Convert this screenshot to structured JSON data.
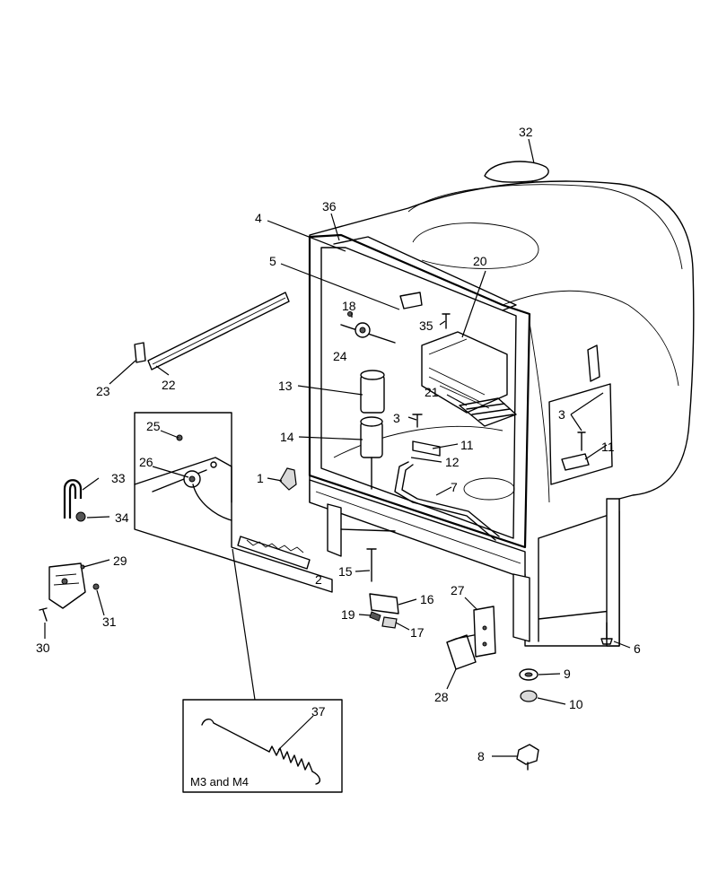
{
  "callouts": [
    {
      "id": "1",
      "text": "1"
    },
    {
      "id": "2",
      "text": "2"
    },
    {
      "id": "3a",
      "text": "3"
    },
    {
      "id": "3b",
      "text": "3"
    },
    {
      "id": "4",
      "text": "4"
    },
    {
      "id": "5",
      "text": "5"
    },
    {
      "id": "6",
      "text": "6"
    },
    {
      "id": "7",
      "text": "7"
    },
    {
      "id": "8",
      "text": "8"
    },
    {
      "id": "9",
      "text": "9"
    },
    {
      "id": "10",
      "text": "10"
    },
    {
      "id": "11a",
      "text": "11"
    },
    {
      "id": "11b",
      "text": "11"
    },
    {
      "id": "12",
      "text": "12"
    },
    {
      "id": "13",
      "text": "13"
    },
    {
      "id": "14",
      "text": "14"
    },
    {
      "id": "15",
      "text": "15"
    },
    {
      "id": "16",
      "text": "16"
    },
    {
      "id": "17",
      "text": "17"
    },
    {
      "id": "18",
      "text": "18"
    },
    {
      "id": "19",
      "text": "19"
    },
    {
      "id": "20",
      "text": "20"
    },
    {
      "id": "21",
      "text": "21"
    },
    {
      "id": "22",
      "text": "22"
    },
    {
      "id": "23",
      "text": "23"
    },
    {
      "id": "24",
      "text": "24"
    },
    {
      "id": "25",
      "text": "25"
    },
    {
      "id": "26",
      "text": "26"
    },
    {
      "id": "27",
      "text": "27"
    },
    {
      "id": "28",
      "text": "28"
    },
    {
      "id": "29",
      "text": "29"
    },
    {
      "id": "30",
      "text": "30"
    },
    {
      "id": "31",
      "text": "31"
    },
    {
      "id": "32",
      "text": "32"
    },
    {
      "id": "33",
      "text": "33"
    },
    {
      "id": "34",
      "text": "34"
    },
    {
      "id": "35",
      "text": "35"
    },
    {
      "id": "36",
      "text": "36"
    },
    {
      "id": "37",
      "text": "37"
    }
  ],
  "inset": {
    "caption": "M3 and M4"
  }
}
